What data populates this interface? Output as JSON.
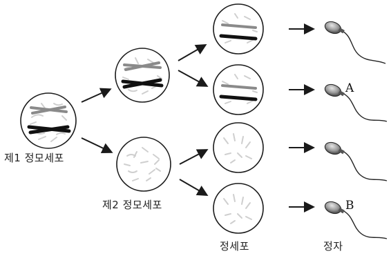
{
  "labels": {
    "primary_spermatocyte": "제1 정모세포",
    "secondary_spermatocyte": "제2 정모세포",
    "spermatid": "정세포",
    "sperm": "정자"
  },
  "markers": {
    "a": "A",
    "b": "B"
  },
  "colors": {
    "outline": "#1a1a1a",
    "dark_chromosome": "#111111",
    "gray_chromosome": "#8a8a8a",
    "cytoplasm_strands": "#cfcfcf",
    "sperm_head": "#9a9a9a"
  }
}
